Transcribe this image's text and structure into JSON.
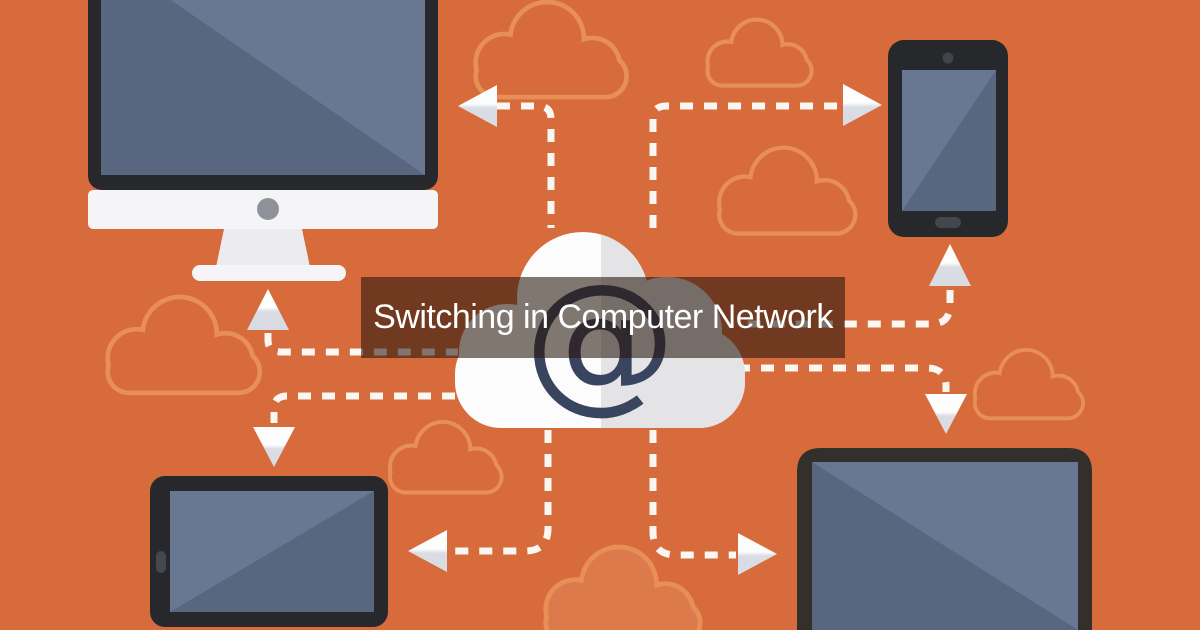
{
  "banner": {
    "title": "Switching in Computer Network"
  },
  "illustration": {
    "at_glyph": "@",
    "hub": "cloud-with-at-symbol",
    "devices": [
      "desktop-computer",
      "smartphone",
      "tablet",
      "laptop"
    ],
    "background_cloud_count": 7,
    "connector_style": "white-dashed-lines-with-arrowheads"
  },
  "colors": {
    "background": "#d76b3c",
    "background_light": "#dc7a4b",
    "cloud_outline": "#e88f57",
    "dash": "#faf6f2",
    "cloud_white": "#fcfcfd",
    "cloud_shade": "#e4e4e7",
    "at_symbol": "#39445f",
    "device_dark": "#26282c",
    "laptop_dark": "#33302c",
    "screen_dark": "#596680",
    "screen_light": "#6a7792",
    "chrome_white": "#f5f5f7",
    "banner_text": "#ffffff"
  }
}
